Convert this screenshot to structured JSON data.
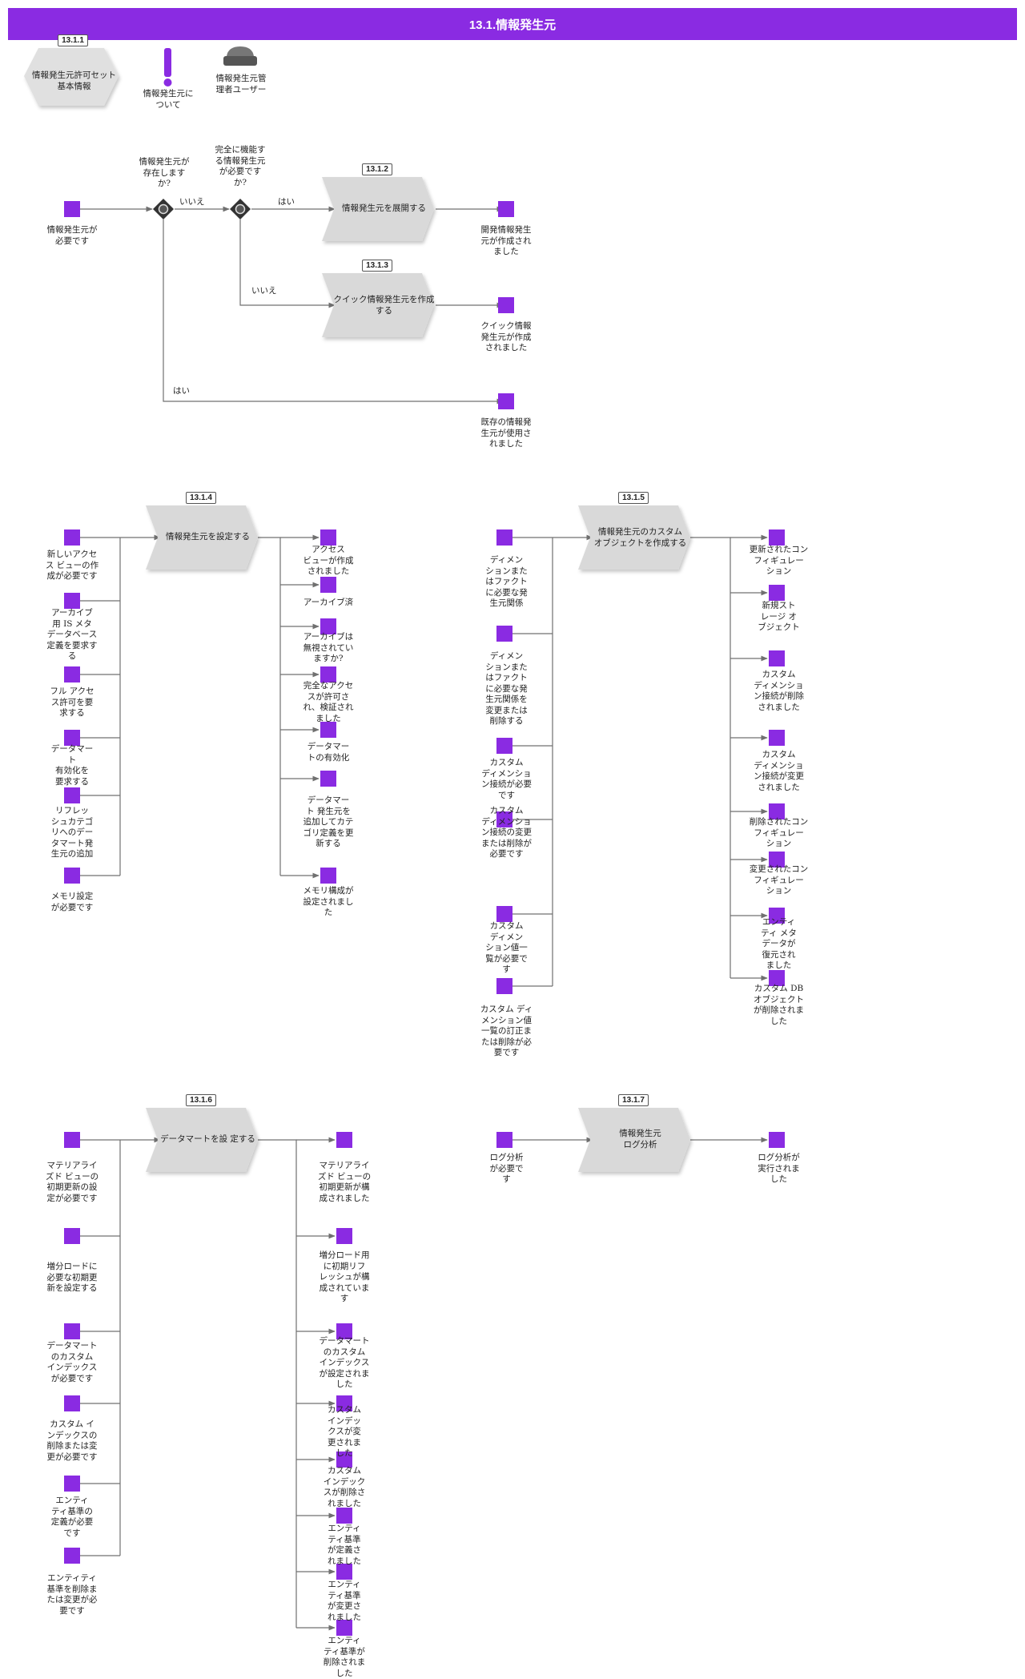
{
  "header": {
    "title": "13.1.情報発生元"
  },
  "colors": {
    "accent": "#8a2be2",
    "event": "#8a2be2",
    "process": "#d9d9d9",
    "line": "#707070"
  },
  "legend": {
    "hex_tag": "13.1.1",
    "hex_label": "情報発生元許可セット\n基本情報",
    "info_label": "情報発生元に\nついて",
    "role_label": "情報発生元管\n理者ユーザー"
  },
  "flow1": {
    "start": "情報発生元が\n必要です",
    "q1": "情報発生元が\n存在します\nか?",
    "q2": "完全に機能す\nる情報発生元\nが必要です\nか?",
    "edge_no1": "いいえ",
    "edge_yes1": "はい",
    "edge_no2": "いいえ",
    "edge_yes2": "はい",
    "p1_tag": "13.1.2",
    "p1": "情報発生元を展開する",
    "p2_tag": "13.1.3",
    "p2": "クイック情報発生元を作成\nする",
    "o1": "開発情報発生\n元が作成され\nました",
    "o2": "クイック情報\n発生元が作成\nされました",
    "o3": "既存の情報発\n生元が使用さ\nれました"
  },
  "flow4": {
    "tag": "13.1.4",
    "process": "情報発生元を設定する",
    "inputs": [
      "新しいアクセ\nス ビューの作\n成が必要です",
      "アーカイブ\n用 IS メタ\nデータベース\n定義を要求す\nる",
      "フル アクセ\nス許可を要\n求する",
      "データマー\nト\n有効化を\n要求する",
      "リフレッ\nシュカテゴ\nリへのデー\nタマート発\n生元の追加",
      "メモリ設定\nが必要です"
    ],
    "outputs": [
      "アクセス\nビューが作成\nされました",
      "アーカイブ済",
      "アーカイブは\n無視されてい\nますか?",
      "完全なアクセ\nスが許可さ\nれ、検証され\nました",
      "データマー\nトの有効化",
      "データマー\nト 発生元を\n追加してカテ\nゴリ定義を更\n新する",
      "メモリ構成が\n設定されまし\nた"
    ]
  },
  "flow5": {
    "tag": "13.1.5",
    "process": "情報発生元のカスタム\nオブジェクトを作成する",
    "inputs": [
      "ディメン\nションまた\nはファクト\nに必要な発\n生元関係",
      "ディメン\nションまた\nはファクト\nに必要な発\n生元関係を\n変更または\n削除する",
      "カスタム\nディメンショ\nン接続が必要\nです",
      "カスタム\nディメンショ\nン接続の変更\nまたは削除が\n必要です",
      "カスタム\nディメン\nション値一\n覧が必要で\nす",
      "カスタム ディ\nメンション値\n一覧の訂正ま\nたは削除が必\n要です"
    ],
    "outputs": [
      "更新されたコン\nフィギュレー\nション",
      "新規スト\nレージ オ\nブジェクト",
      "カスタム\nディメンショ\nン接続が削除\nされました",
      "カスタム\nディメンショ\nン接続が変更\nされました",
      "削除されたコン\nフィギュレー\nション",
      "変更されたコン\nフィギュレー\nション",
      "エンティ\nティ メタ\nデータが\n復元され\nました",
      "カスタム DB\nオブジェクト\nが削除されま\nした"
    ]
  },
  "flow6": {
    "tag": "13.1.6",
    "process": "データマートを設 定する",
    "inputs": [
      "マテリアライ\nズド ビューの\n初期更新の設\n定が必要です",
      "増分ロードに\n必要な初期更\n新を設定する",
      "データマート\nのカスタム\nインデックス\nが必要です",
      "カスタム イ\nンデックスの\n削除または変\n更が必要です",
      "エンティ\nティ基準の\n定義が必要\nです",
      "エンティティ\n基準を削除ま\nたは変更が必\n要です"
    ],
    "outputs": [
      "マテリアライ\nズド ビューの\n初期更新が構\n成されました",
      "増分ロード用\nに初期リフ\nレッシュが構\n成されていま\nす",
      "データマート\nのカスタム\nインデックス\nが設定されま\nした",
      "カスタム\nインデッ\nクスが変\n更されま\nした",
      "カスタム\nインデック\nスが削除さ\nれました",
      "エンティ\nティ基準\nが定義さ\nれました",
      "エンティ\nティ基準\nが変更さ\nれました",
      "エンティ\nティ基準が\n削除されま\nした"
    ]
  },
  "flow7": {
    "tag": "13.1.7",
    "process": "情報発生元\nログ分析",
    "input": "ログ分析\nが必要で\nす",
    "output": "ログ分析が\n実行されま\nした"
  }
}
